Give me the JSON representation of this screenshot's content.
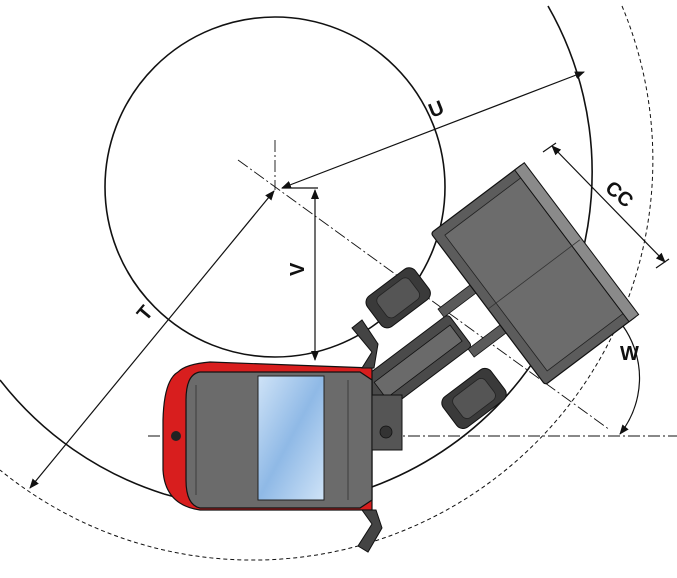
{
  "diagram": {
    "labels": {
      "u": "U",
      "cc": "CC",
      "v": "V",
      "t": "T",
      "w": "W"
    },
    "colors": {
      "cab_body": "#d81e1e",
      "cab_roof": "#6b6b6b",
      "window": "#9fc4ea",
      "chassis": "#4a4a4a",
      "bucket": "#5c5c5c",
      "tyre": "#3a3a3a",
      "line": "#111111"
    }
  }
}
